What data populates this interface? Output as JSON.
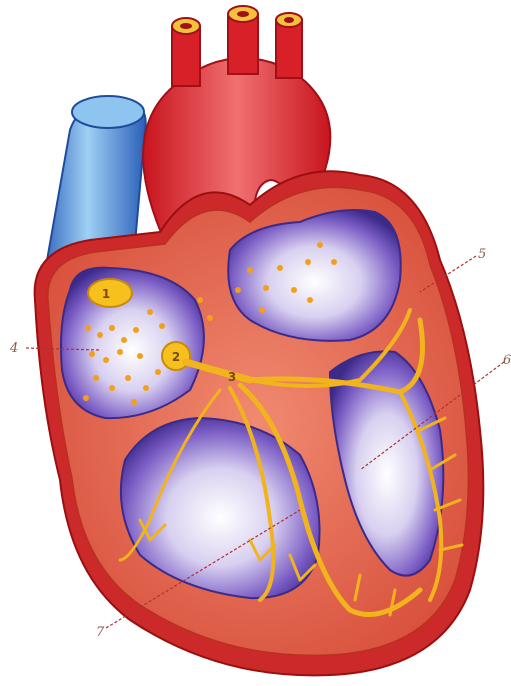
{
  "figure": {
    "subject": "heart-conduction-system",
    "colors": {
      "background": "#ffffff",
      "aorta": "#e02828",
      "vena_cava": "#3f7fd8",
      "myocardium": "#e8705a",
      "chamber": "#6a4ab8",
      "conduction": "#f2b41c"
    }
  },
  "labels": {
    "n1": "1",
    "n2": "2",
    "n3": "3",
    "n4": "4",
    "n5": "5",
    "n6": "6",
    "n7": "7"
  }
}
